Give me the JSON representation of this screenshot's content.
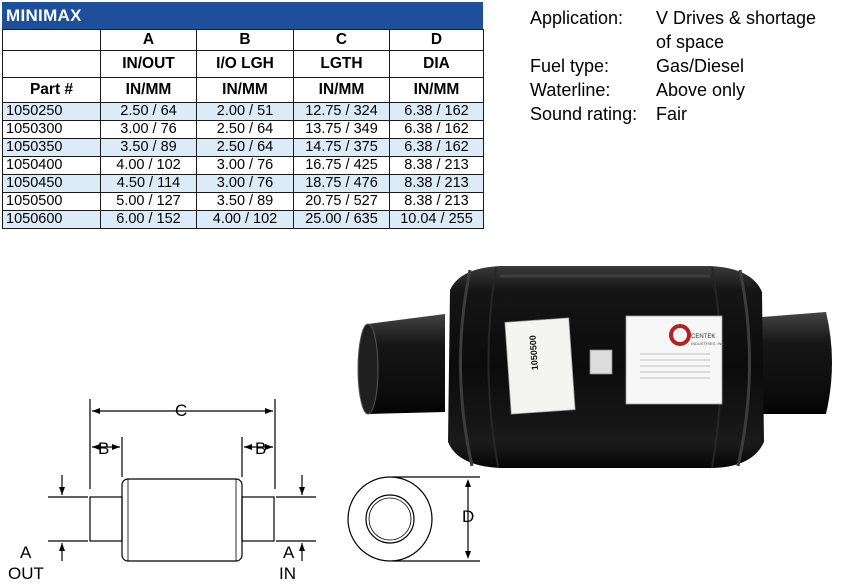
{
  "table": {
    "title": "MINIMAX",
    "header_row1": [
      "",
      "A",
      "B",
      "C",
      "D"
    ],
    "header_row2": [
      "",
      "IN/OUT",
      "I/O LGH",
      "LGTH",
      "DIA"
    ],
    "header_row3": [
      "Part #",
      "IN/MM",
      "IN/MM",
      "IN/MM",
      "IN/MM"
    ],
    "rows": [
      [
        "1050250",
        "2.50 / 64",
        "2.00 / 51",
        "12.75 / 324",
        "6.38 / 162"
      ],
      [
        "1050300",
        "3.00 / 76",
        "2.50 / 64",
        "13.75 / 349",
        "6.38 / 162"
      ],
      [
        "1050350",
        "3.50 / 89",
        "2.50 / 64",
        "14.75 / 375",
        "6.38 / 162"
      ],
      [
        "1050400",
        "4.00 / 102",
        "3.00 / 76",
        "16.75 / 425",
        "8.38 / 213"
      ],
      [
        "1050450",
        "4.50 / 114",
        "3.00 / 76",
        "18.75 / 476",
        "8.38 / 213"
      ],
      [
        "1050500",
        "5.00 / 127",
        "3.50 / 89",
        "20.75 / 527",
        "8.38 / 213"
      ],
      [
        "1050600",
        "6.00 / 152",
        "4.00 / 102",
        "25.00 / 635",
        "10.04 / 255"
      ]
    ],
    "shaded_rows": [
      0,
      2,
      4,
      6
    ]
  },
  "info": [
    {
      "label": "Application:",
      "value": "V Drives & shortage of space"
    },
    {
      "label": "Fuel type:",
      "value": "Gas/Diesel"
    },
    {
      "label": "Waterline:",
      "value": "Above only"
    },
    {
      "label": "Sound rating:",
      "value": "Fair"
    }
  ],
  "photo": {
    "part_number_label": "1050500",
    "brand_text": "CENTEK",
    "brand_sub": "INDUSTRIES, INC."
  },
  "drawing": {
    "c_label": "C",
    "b_left_label": "B",
    "b_right_label": "B",
    "a_left_label": "A",
    "a_left_sub": "OUT",
    "a_right_label": "A",
    "a_right_sub": "IN",
    "d_label": "D"
  },
  "colors": {
    "title_bar": "#1d4f9b",
    "row_shade": "#dcebf8",
    "muffler_body": "#0f0f0f"
  }
}
